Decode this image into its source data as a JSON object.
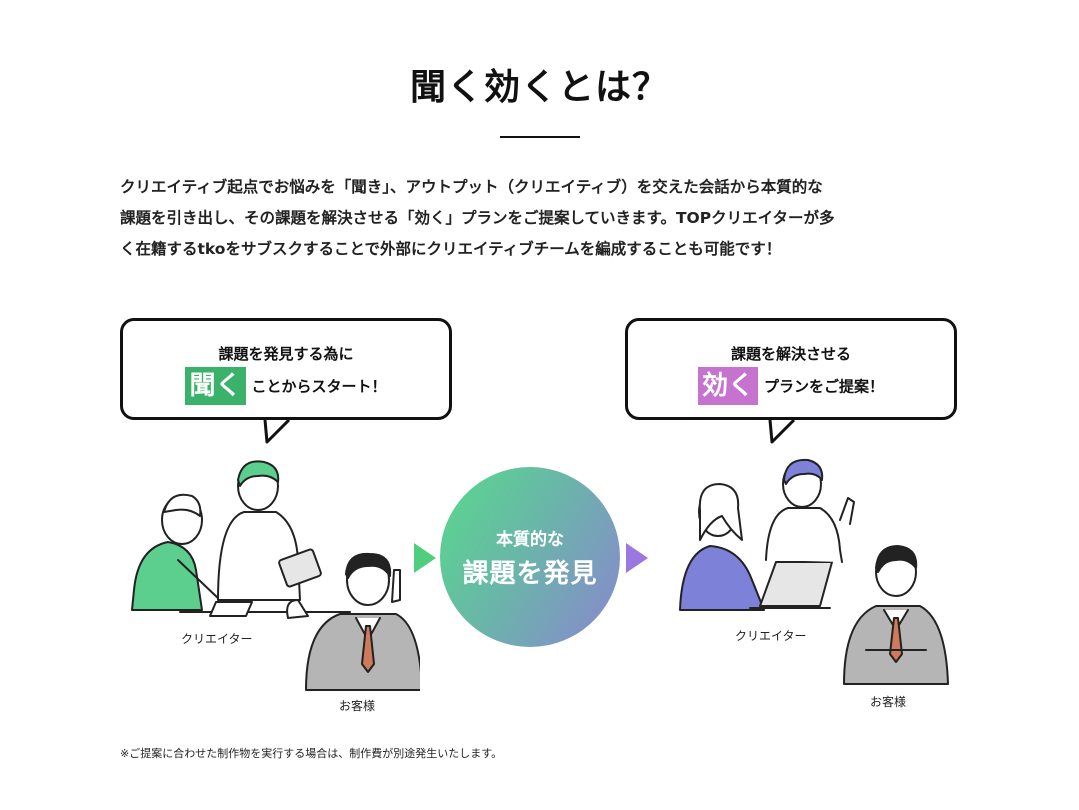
{
  "title": "聞く効くとは？",
  "intro": [
    "クリエイティブ起点でお悩みを「聞き」、アウトプット（クリエイティブ）を交えた会話から本質的な",
    "課題を引き出し、その課題を解決させる「効く」プランをご提案していきます。TOPクリエイターが多",
    "く在籍するtkoをサブスクすることで外部にクリエイティブチームを編成することも可能です！"
  ],
  "bubble_left": {
    "line1": "課題を発見する為に",
    "highlight": "聞く",
    "rest": "ことからスタート！"
  },
  "bubble_right": {
    "line1": "課題を解決させる",
    "highlight": "効く",
    "rest": "プランをご提案！"
  },
  "center": {
    "line1": "本質的な",
    "line2": "課題を発見"
  },
  "captions": {
    "left_creator": "クリエイター",
    "left_client": "お客様",
    "right_creator": "クリエイター",
    "right_client": "お客様"
  },
  "note": "※ご提案に合わせた制作物を実行する場合は、制作費が別途発生いたします。",
  "colors": {
    "green": "#3bb26b",
    "purple": "#c673cf",
    "gradient_start": "#58d98b",
    "gradient_end": "#8a86d0"
  }
}
